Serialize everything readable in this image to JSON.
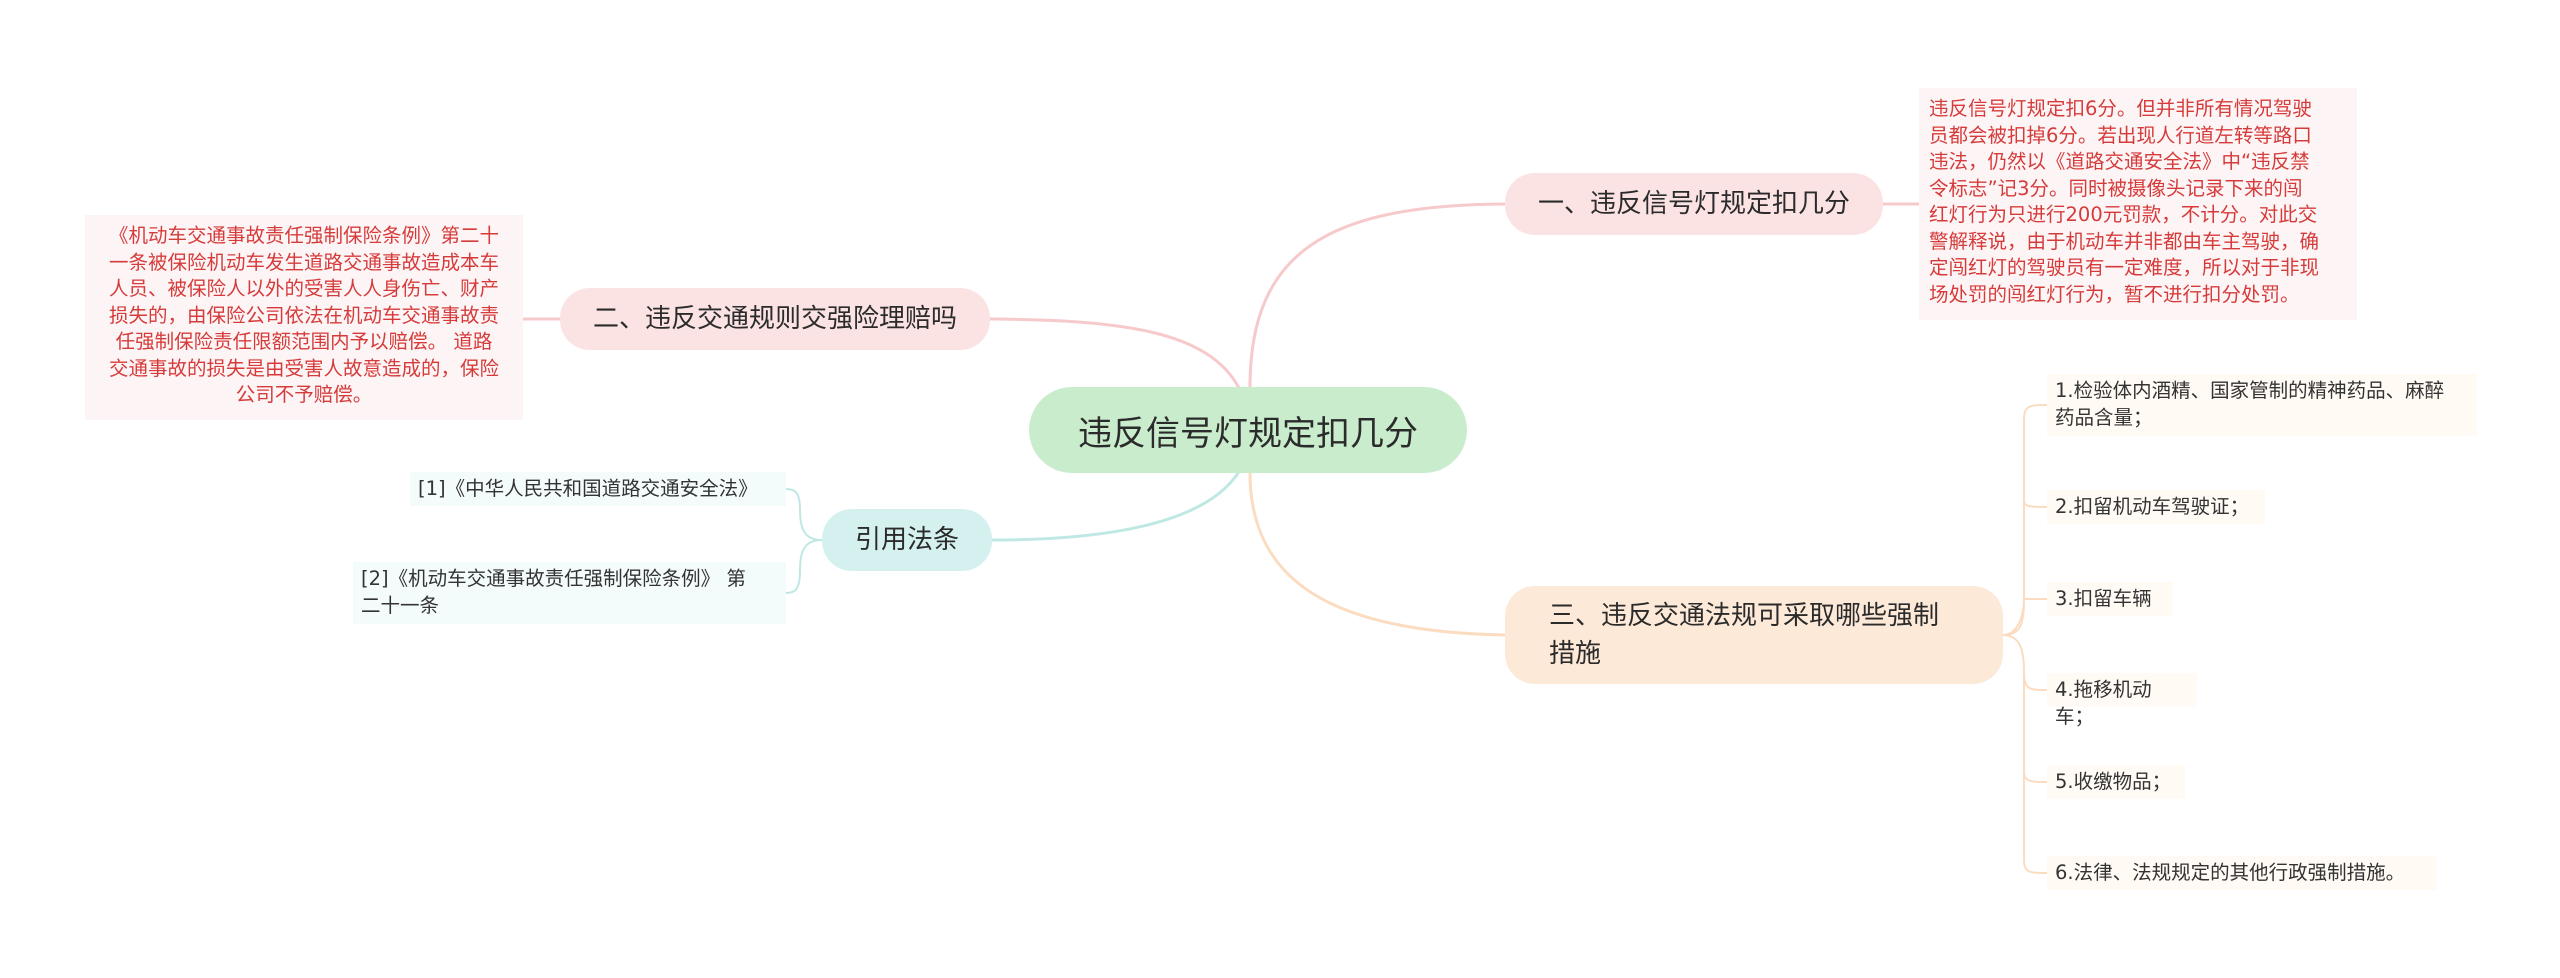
{
  "root": {
    "label": "违反信号灯规定扣几分"
  },
  "branches": [
    {
      "label": "一、违反信号灯规定扣几分"
    },
    {
      "label": "二、违反交通规则交强险理赔吗"
    },
    {
      "label": "三、违反交通法规可采取哪些强制措施"
    },
    {
      "label": "引用法条"
    }
  ],
  "notes": {
    "signal_points": "违反信号灯规定扣6分。但并非所有情况驾驶\n员都会被扣掉6分。若出现人行道左转等路口\n违法，仍然以《道路交通安全法》中“违反禁\n令标志”记3分。同时被摄像头记录下来的闯\n红灯行为只进行200元罚款，不计分。对此交\n警解释说，由于机动车并非都由车主驾驶，确\n定闯红灯的驾驶员有一定难度，所以对于非现\n场处罚的闯红灯行为，暂不进行扣分处罚。",
    "insurance_claim": "《机动车交通事故责任强制保险条例》第二十\n一条被保险机动车发生道路交通事故造成本车\n人员、被保险人以外的受害人人身伤亡、财产\n损失的，由保险公司依法在机动车交通事故责\n任强制保险责任限额范围内予以赔偿。 道路\n交通事故的损失是由受害人故意造成的，保险\n公司不予赔偿。"
  },
  "measures": [
    "1.检验体内酒精、国家管制的精神药品、麻醉\n药品含量；",
    "2.扣留机动车驾驶证；",
    "3.扣留车辆",
    "4.拖移机动车；",
    "5.收缴物品；",
    "6.法律、法规规定的其他行政强制措施。"
  ],
  "references": [
    "[1]《中华人民共和国道路交通安全法》",
    "[2]《机动车交通事故责任强制保险条例》 第\n二十一条"
  ],
  "colors": {
    "red_branch": "#fbe2e3",
    "orange_branch": "#fde9d8",
    "teal_branch": "#d4f1ef",
    "root": "#c9eccc",
    "red_text": "#d63b3b"
  }
}
